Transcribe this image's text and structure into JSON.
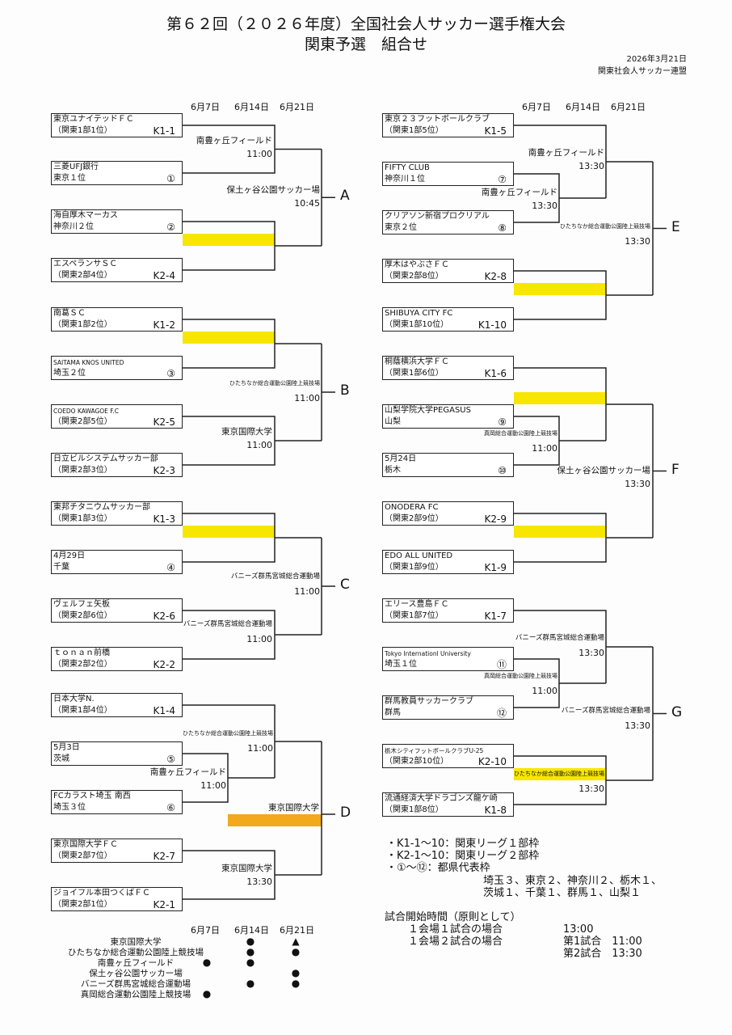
{
  "title": "第６２回（２０２６年度）全国社会人サッカー選手権大会",
  "subtitle": "関東予選　組合せ",
  "issue_date": "2026年3月21日",
  "organizer": "関東社会人サッカー連盟",
  "round_dates": [
    "6月7日",
    "6月14日",
    "6月21日"
  ],
  "colors": {
    "bye": "#f7e600",
    "final": "#f2a91c"
  },
  "groups": [
    {
      "label": "A",
      "teams": [
        {
          "name": "東京ユナイテッドＦＣ",
          "sub": "（関東1部1位）",
          "code": "K1-1"
        },
        {
          "name": "三菱UFJ銀行",
          "sub": "東京１位",
          "code": "①"
        },
        {
          "name": "海自厚木マーカス",
          "sub": "神奈川２位",
          "code": "②"
        },
        {
          "name": "エスペランサＳＣ",
          "sub": "（関東2部4位）",
          "code": "K2-4"
        }
      ],
      "venues": [
        {
          "name": "南豊ヶ丘フィールド",
          "time": "11:00"
        },
        {
          "name": "保土ヶ谷公園サッカー場",
          "time": "10:45"
        }
      ]
    },
    {
      "label": "B",
      "teams": [
        {
          "name": "南葛ＳＣ",
          "sub": "（関東1部2位）",
          "code": "K1-2"
        },
        {
          "name": "SAITAMA KNOS UNITED",
          "sub": "埼玉２位",
          "code": "③"
        },
        {
          "name": "COEDO KAWAGOE F.C",
          "sub": "（関東2部5位）",
          "code": "K2-5"
        },
        {
          "name": "日立ビルシステムサッカー部",
          "sub": "（関東2部3位）",
          "code": "K2-3"
        }
      ],
      "venues": [
        {
          "name": "ひたちなか総合運動公園陸上競技場",
          "time": "11:00"
        },
        {
          "name": "東京国際大学",
          "time": "11:00"
        }
      ]
    },
    {
      "label": "C",
      "teams": [
        {
          "name": "東邦チタニウムサッカー部",
          "sub": "（関東1部3位）",
          "code": "K1-3"
        },
        {
          "name": "4月29日",
          "sub": "千葉",
          "code": "④"
        },
        {
          "name": "ヴェルフェ矢板",
          "sub": "（関東2部6位）",
          "code": "K2-6"
        },
        {
          "name": "ｔｏｎａｎ前橋",
          "sub": "（関東2部2位）",
          "code": "K2-2"
        }
      ],
      "venues": [
        {
          "name": "バニーズ群馬宮城総合運動場",
          "time": "11:00"
        },
        {
          "name": "バニーズ群馬宮城総合運動場",
          "time": "11:00"
        }
      ]
    },
    {
      "label": "D",
      "teams": [
        {
          "name": "日本大学N.",
          "sub": "（関東1部4位）",
          "code": "K1-4"
        },
        {
          "name": "5月3日",
          "sub": "茨城",
          "code": "⑤"
        },
        {
          "name": "FCカラスト埼玉 南西",
          "sub": "埼玉３位",
          "code": "⑥"
        },
        {
          "name": "東京国際大学ＦＣ",
          "sub": "（関東2部7位）",
          "code": "K2-7"
        },
        {
          "name": "ジョイフル本田つくばＦＣ",
          "sub": "（関東2部1位）",
          "code": "K2-1"
        }
      ],
      "venues": [
        {
          "name": "ひたちなか総合運動公園陸上競技場",
          "time": "11:00"
        },
        {
          "name": "南豊ヶ丘フィールド",
          "time": "11:00"
        },
        {
          "name": "東京国際大学",
          "time": null
        },
        {
          "name": "東京国際大学",
          "time": "13:30"
        }
      ]
    },
    {
      "label": "E",
      "teams": [
        {
          "name": "東京２３フットボールクラブ",
          "sub": "（関東1部5位）",
          "code": "K1-5"
        },
        {
          "name": "FIFTY CLUB",
          "sub": "神奈川１位",
          "code": "⑦"
        },
        {
          "name": "クリアソン新宿プロクリアル",
          "sub": "東京２位",
          "code": "⑧"
        },
        {
          "name": "厚木はやぶさＦＣ",
          "sub": "（関東2部8位）",
          "code": "K2-8"
        },
        {
          "name": "SHIBUYA CITY FC",
          "sub": "（関東1部10位）",
          "code": "K1-10"
        }
      ],
      "venues": [
        {
          "name": "南豊ヶ丘フィールド",
          "time": "13:30"
        },
        {
          "name": "南豊ヶ丘フィールド",
          "time": "13:30"
        },
        {
          "name": "ひたちなか総合運動公園陸上競技場",
          "time": "13:30"
        }
      ]
    },
    {
      "label": "F",
      "teams": [
        {
          "name": "桐蔭横浜大学ＦＣ",
          "sub": "（関東1部6位）",
          "code": "K1-6"
        },
        {
          "name": "山梨学院大学PEGASUS",
          "sub": "山梨",
          "code": "⑨"
        },
        {
          "name": "5月24日",
          "sub": "栃木",
          "code": "⑩"
        },
        {
          "name": "ONODERA FC",
          "sub": "（関東2部9位）",
          "code": "K2-9"
        },
        {
          "name": "EDO ALL UNITED",
          "sub": "（関東1部9位）",
          "code": "K1-9"
        }
      ],
      "venues": [
        {
          "name": "真岡総合運動公園陸上競技場",
          "time": "11:00"
        },
        {
          "name": "保土ヶ谷公園サッカー場",
          "time": "13:30"
        }
      ]
    },
    {
      "label": "G",
      "teams": [
        {
          "name": "エリース豊島ＦＣ",
          "sub": "（関東1部7位）",
          "code": "K1-7"
        },
        {
          "name": "Tokyo Internationl University",
          "sub": "埼玉１位",
          "code": "⑪"
        },
        {
          "name": "群馬教員サッカークラブ",
          "sub": "群馬",
          "code": "⑫"
        },
        {
          "name": "栃木シティフットボールクラブU-25",
          "sub": "（関東2部10位）",
          "code": "K2-10"
        },
        {
          "name": "流通経済大学ドラゴンズ龍ケ崎",
          "sub": "（関東1部8位）",
          "code": "K1-8"
        }
      ],
      "venues": [
        {
          "name": "バニーズ群馬宮城総合運動場",
          "time": "13:30"
        },
        {
          "name": "真岡総合運動公園陸上競技場",
          "time": "11:00"
        },
        {
          "name": "バニーズ群馬宮城総合運動場",
          "time": "13:30"
        },
        {
          "name": "ひたちなか総合運動公園陸上競技場",
          "time": "13:30"
        }
      ]
    }
  ],
  "venue_schedule": [
    {
      "venue": "東京国際大学",
      "marks": [
        "",
        "●",
        "▲"
      ]
    },
    {
      "venue": "ひたちなか総合運動公園陸上競技場",
      "marks": [
        "",
        "●",
        "●"
      ]
    },
    {
      "venue": "南豊ヶ丘フィールド",
      "marks": [
        "●",
        "●",
        ""
      ]
    },
    {
      "venue": "保土ヶ谷公園サッカー場",
      "marks": [
        "",
        "",
        "●"
      ]
    },
    {
      "venue": "バニーズ群馬宮城総合運動場",
      "marks": [
        "",
        "●",
        "●"
      ]
    },
    {
      "venue": "真岡総合運動公園陸上競技場",
      "marks": [
        "●",
        "",
        ""
      ]
    }
  ],
  "notes": {
    "lines": [
      "・K1-1～10：関東リーグ１部枠",
      "・K2-1～10：関東リーグ２部枠",
      "・①～⑫：都県代表枠"
    ],
    "prefectures": [
      "埼玉３、東京２、神奈川２、栃木１、",
      "茨城１、千葉１、群馬１、山梨１"
    ],
    "start_title": "試合開始時間（原則として）",
    "one_match": "１会場１試合の場合",
    "one_match_time": "13:00",
    "two_match": "１会場２試合の場合",
    "first": "第1試合　11:00",
    "second": "第2試合　13:30"
  }
}
